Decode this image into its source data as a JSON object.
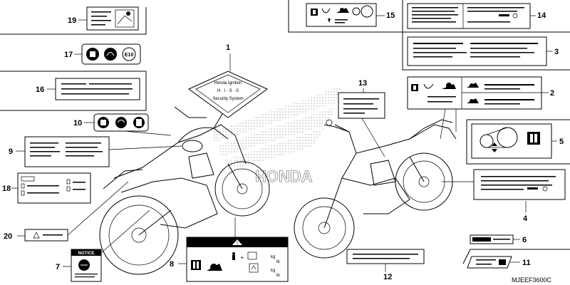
{
  "labels": {
    "n1": "1",
    "n2": "2",
    "n3": "3",
    "n4": "4",
    "n5": "5",
    "n6": "6",
    "n7": "7",
    "n8": "8",
    "n9": "9",
    "n10": "10",
    "n11": "11",
    "n12": "12",
    "n13": "13",
    "n14": "14",
    "n15": "15",
    "n16": "16",
    "n17": "17",
    "n18": "18",
    "n19": "19",
    "n20": "20"
  },
  "label_text": {
    "security_top": "Honda Ignition",
    "security_mid": "H · I · S · S",
    "security_bottom": "Security System",
    "notice": "NOTICE",
    "e10": "E10",
    "kg1": "kg",
    "lb1": "lb",
    "kg2": "kg",
    "lb2": "lb",
    "warning": "!",
    "plus": "+"
  },
  "diagram_code": "MJEEF3600C"
}
